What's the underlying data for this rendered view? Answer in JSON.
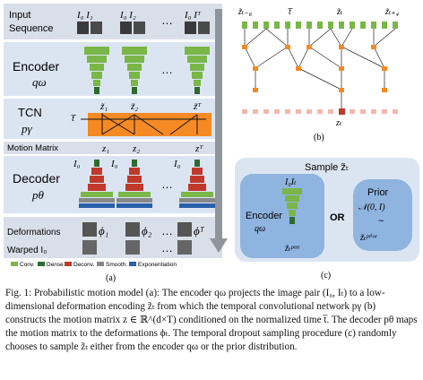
{
  "panel_a": {
    "input_label_1": "Input",
    "input_label_2": "Sequence",
    "inputs": [
      "I₀ I₁",
      "I₀ I₂",
      "…",
      "I₀ Iᵀ"
    ],
    "encoder_label": "Encoder",
    "encoder_sym": "qω",
    "tcn_label": "TCN",
    "tcn_sym": "pγ",
    "tbar": "t̅",
    "z_tilde": [
      "z̃₁",
      "z̃₂",
      "z̃ᵀ"
    ],
    "motion_matrix_label": "Motion Matrix",
    "z": [
      "z₁",
      "z₂",
      "zᵀ"
    ],
    "decoder_label": "Decoder",
    "decoder_sym": "pθ",
    "decoder_inputs": [
      "I₀",
      "I₀",
      "I₀"
    ],
    "deformations_label": "Deformations",
    "phi": [
      "ϕ₁",
      "ϕ₂",
      "ϕᵀ"
    ],
    "warped_label": "Warped I₀",
    "ellipsis": "…",
    "legend": [
      "Conv.",
      "Dense",
      "Deconv.",
      "Smooth.",
      "Exponentiation"
    ],
    "legend_colors": [
      "#7ab648",
      "#2e6b2e",
      "#c0392b",
      "#888888",
      "#2b5fa8"
    ],
    "caption_letter": "(a)"
  },
  "panel_b": {
    "top_labels": [
      "z̃ₜ₋₈",
      "t̅",
      "z̃ₜ",
      "z̃ₜ₊₄"
    ],
    "bottom_label": "zₜ",
    "caption_letter": "(b)"
  },
  "panel_c": {
    "title": "Sample z̃ₜ",
    "enc_inputs": "I₀Iₜ",
    "encoder_label": "Encoder",
    "encoder_sym": "qω",
    "posterior": "z̃ₜᵖᵒˢᵗ",
    "or": "OR",
    "prior_label": "Prior",
    "prior_dist": "𝒩(0, I)",
    "tilde": "~",
    "prior_sample": "z̃ₜᵖʳⁱᵒʳ",
    "caption_letter": "(c)"
  },
  "caption": "Fig. 1: Probabilistic motion model (a): The encoder qω projects the image pair (I₀, Iₜ) to a low-dimensional deformation encoding z̃ₜ from which the temporal convolutional network pγ (b) constructs the motion matrix z ∈ ℝ^(d×T) conditioned on the normalized time t̅. The decoder pθ maps the motion matrix to the deformations ϕₜ. The temporal dropout sampling procedure (c) randomly chooses to sample z̃ₜ either from the encoder qω or the prior distribution."
}
